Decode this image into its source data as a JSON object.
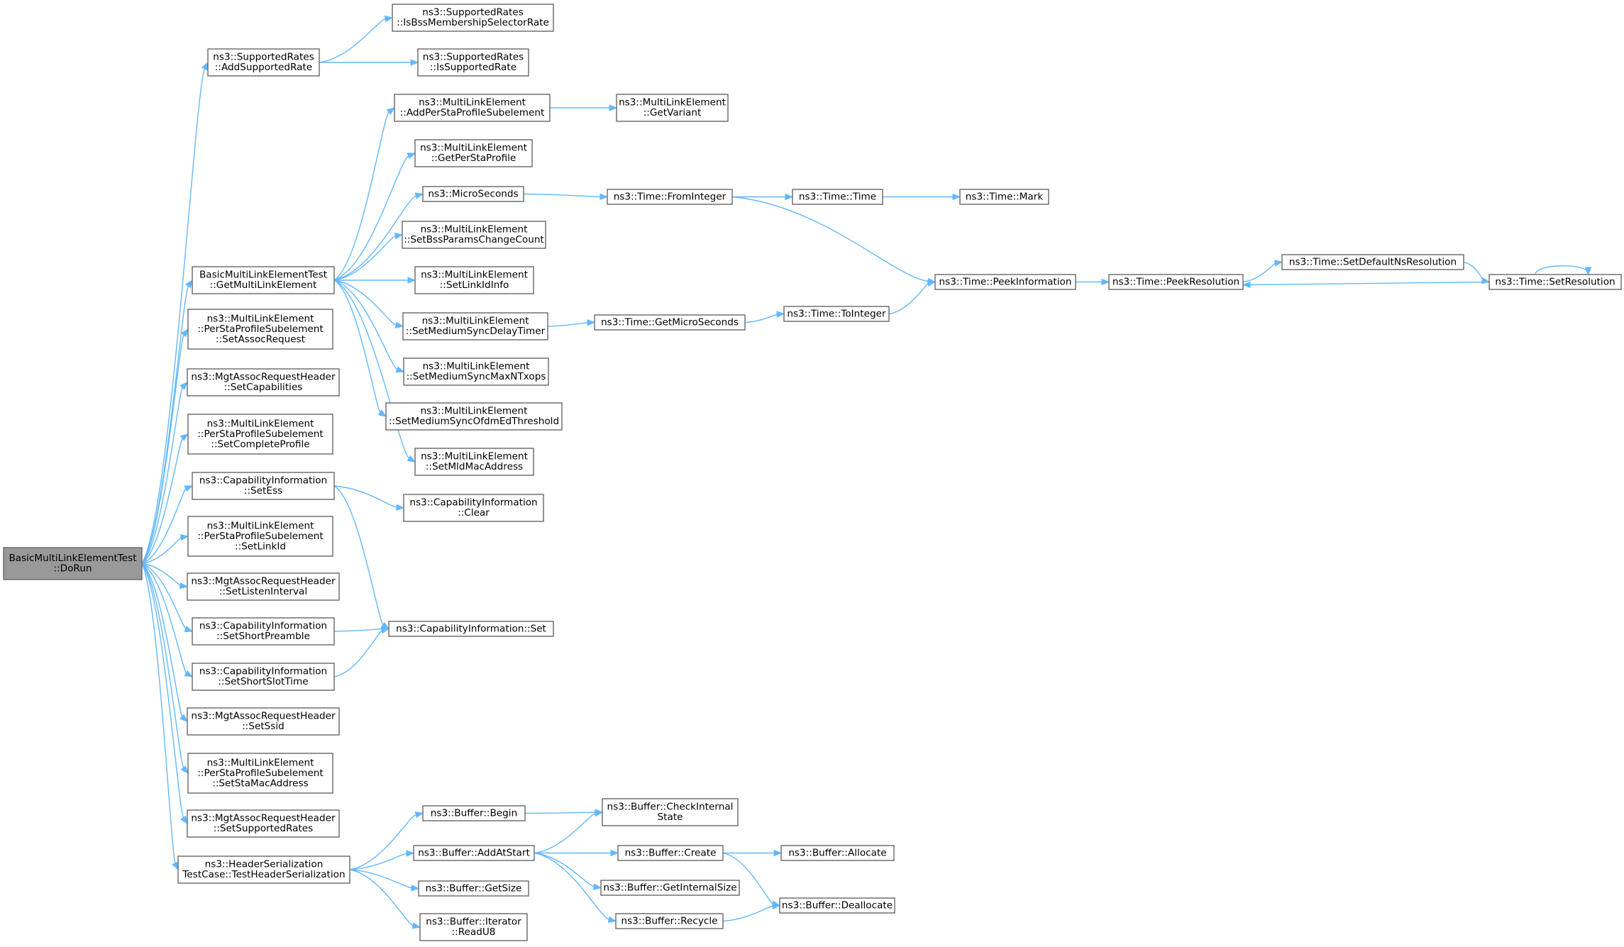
{
  "colors": {
    "edge": "#63b8ff",
    "node_border": "#666666",
    "node_fill": "#ffffff",
    "root_fill": "#999999"
  },
  "nodes": [
    {
      "id": "dorun",
      "lines": [
        "BasicMultiLinkElementTest",
        "::DoRun"
      ],
      "root": true
    },
    {
      "id": "addsupportedrate",
      "lines": [
        "ns3::SupportedRates",
        "::AddSupportedRate"
      ]
    },
    {
      "id": "isbssmembership",
      "lines": [
        "ns3::SupportedRates",
        "::IsBssMembershipSelectorRate"
      ]
    },
    {
      "id": "issupportedrate",
      "lines": [
        "ns3::SupportedRates",
        "::IsSupportedRate"
      ]
    },
    {
      "id": "getmultilink",
      "lines": [
        "BasicMultiLinkElementTest",
        "::GetMultiLinkElement"
      ]
    },
    {
      "id": "addpersta",
      "lines": [
        "ns3::MultiLinkElement",
        "::AddPerStaProfileSubelement"
      ]
    },
    {
      "id": "getvariant",
      "lines": [
        "ns3::MultiLinkElement",
        "::GetVariant"
      ]
    },
    {
      "id": "getperstaprofile",
      "lines": [
        "ns3::MultiLinkElement",
        "::GetPerStaProfile"
      ]
    },
    {
      "id": "microseconds",
      "lines": [
        "ns3::MicroSeconds"
      ]
    },
    {
      "id": "frominteger",
      "lines": [
        "ns3::Time::FromInteger"
      ]
    },
    {
      "id": "timetime",
      "lines": [
        "ns3::Time::Time"
      ]
    },
    {
      "id": "timemark",
      "lines": [
        "ns3::Time::Mark"
      ]
    },
    {
      "id": "setbssparams",
      "lines": [
        "ns3::MultiLinkElement",
        "::SetBssParamsChangeCount"
      ]
    },
    {
      "id": "setlinkidinfo",
      "lines": [
        "ns3::MultiLinkElement",
        "::SetLinkIdInfo"
      ]
    },
    {
      "id": "setmediumsyncdelay",
      "lines": [
        "ns3::MultiLinkElement",
        "::SetMediumSyncDelayTimer"
      ]
    },
    {
      "id": "getmicroseconds",
      "lines": [
        "ns3::Time::GetMicroSeconds"
      ]
    },
    {
      "id": "tointeger",
      "lines": [
        "ns3::Time::ToInteger"
      ]
    },
    {
      "id": "peekinformation",
      "lines": [
        "ns3::Time::PeekInformation"
      ]
    },
    {
      "id": "peekresolution",
      "lines": [
        "ns3::Time::PeekResolution"
      ]
    },
    {
      "id": "setdefaultns",
      "lines": [
        "ns3::Time::SetDefaultNsResolution"
      ]
    },
    {
      "id": "setresolution",
      "lines": [
        "ns3::Time::SetResolution"
      ]
    },
    {
      "id": "setmediumsyncmax",
      "lines": [
        "ns3::MultiLinkElement",
        "::SetMediumSyncMaxNTxops"
      ]
    },
    {
      "id": "setmediumsyncofdm",
      "lines": [
        "ns3::MultiLinkElement",
        "::SetMediumSyncOfdmEdThreshold"
      ]
    },
    {
      "id": "setmldmac",
      "lines": [
        "ns3::MultiLinkElement",
        "::SetMldMacAddress"
      ]
    },
    {
      "id": "setassocrequest",
      "lines": [
        "ns3::MultiLinkElement",
        "::PerStaProfileSubelement",
        "::SetAssocRequest"
      ]
    },
    {
      "id": "setcapabilities",
      "lines": [
        "ns3::MgtAssocRequestHeader",
        "::SetCapabilities"
      ]
    },
    {
      "id": "setcompleteprofile",
      "lines": [
        "ns3::MultiLinkElement",
        "::PerStaProfileSubelement",
        "::SetCompleteProfile"
      ]
    },
    {
      "id": "setess",
      "lines": [
        "ns3::CapabilityInformation",
        "::SetEss"
      ]
    },
    {
      "id": "capclear",
      "lines": [
        "ns3::CapabilityInformation",
        "::Clear"
      ]
    },
    {
      "id": "setlinkid",
      "lines": [
        "ns3::MultiLinkElement",
        "::PerStaProfileSubelement",
        "::SetLinkId"
      ]
    },
    {
      "id": "setlisteninterval",
      "lines": [
        "ns3::MgtAssocRequestHeader",
        "::SetListenInterval"
      ]
    },
    {
      "id": "setshortpreamble",
      "lines": [
        "ns3::CapabilityInformation",
        "::SetShortPreamble"
      ]
    },
    {
      "id": "capset",
      "lines": [
        "ns3::CapabilityInformation::Set"
      ]
    },
    {
      "id": "setshortslottime",
      "lines": [
        "ns3::CapabilityInformation",
        "::SetShortSlotTime"
      ]
    },
    {
      "id": "setssid",
      "lines": [
        "ns3::MgtAssocRequestHeader",
        "::SetSsid"
      ]
    },
    {
      "id": "setstamac",
      "lines": [
        "ns3::MultiLinkElement",
        "::PerStaProfileSubelement",
        "::SetStaMacAddress"
      ]
    },
    {
      "id": "setsupportedrates",
      "lines": [
        "ns3::MgtAssocRequestHeader",
        "::SetSupportedRates"
      ]
    },
    {
      "id": "testheader",
      "lines": [
        "ns3::HeaderSerialization",
        "TestCase::TestHeaderSerialization"
      ]
    },
    {
      "id": "bufbegin",
      "lines": [
        "ns3::Buffer::Begin"
      ]
    },
    {
      "id": "bufcheck",
      "lines": [
        "ns3::Buffer::CheckInternal",
        "State"
      ]
    },
    {
      "id": "bufaddatstart",
      "lines": [
        "ns3::Buffer::AddAtStart"
      ]
    },
    {
      "id": "bufcreate",
      "lines": [
        "ns3::Buffer::Create"
      ]
    },
    {
      "id": "bufallocate",
      "lines": [
        "ns3::Buffer::Allocate"
      ]
    },
    {
      "id": "bufgetinternal",
      "lines": [
        "ns3::Buffer::GetInternalSize"
      ]
    },
    {
      "id": "bufgetsize",
      "lines": [
        "ns3::Buffer::GetSize"
      ]
    },
    {
      "id": "bufrecycle",
      "lines": [
        "ns3::Buffer::Recycle"
      ]
    },
    {
      "id": "bufdeallocate",
      "lines": [
        "ns3::Buffer::Deallocate"
      ]
    },
    {
      "id": "bufreadu8",
      "lines": [
        "ns3::Buffer::Iterator",
        "::ReadU8"
      ]
    }
  ],
  "edges": [
    [
      "dorun",
      "addsupportedrate"
    ],
    [
      "dorun",
      "getmultilink"
    ],
    [
      "dorun",
      "setassocrequest"
    ],
    [
      "dorun",
      "setcapabilities"
    ],
    [
      "dorun",
      "setcompleteprofile"
    ],
    [
      "dorun",
      "setess"
    ],
    [
      "dorun",
      "setlinkid"
    ],
    [
      "dorun",
      "setlisteninterval"
    ],
    [
      "dorun",
      "setshortpreamble"
    ],
    [
      "dorun",
      "setshortslottime"
    ],
    [
      "dorun",
      "setssid"
    ],
    [
      "dorun",
      "setstamac"
    ],
    [
      "dorun",
      "setsupportedrates"
    ],
    [
      "dorun",
      "testheader"
    ],
    [
      "addsupportedrate",
      "isbssmembership"
    ],
    [
      "addsupportedrate",
      "issupportedrate"
    ],
    [
      "getmultilink",
      "addpersta"
    ],
    [
      "getmultilink",
      "getperstaprofile"
    ],
    [
      "getmultilink",
      "microseconds"
    ],
    [
      "getmultilink",
      "setbssparams"
    ],
    [
      "getmultilink",
      "setlinkidinfo"
    ],
    [
      "getmultilink",
      "setmediumsyncdelay"
    ],
    [
      "getmultilink",
      "setmediumsyncmax"
    ],
    [
      "getmultilink",
      "setmediumsyncofdm"
    ],
    [
      "getmultilink",
      "setmldmac"
    ],
    [
      "addpersta",
      "getvariant"
    ],
    [
      "microseconds",
      "frominteger"
    ],
    [
      "frominteger",
      "timetime"
    ],
    [
      "frominteger",
      "peekinformation"
    ],
    [
      "timetime",
      "timemark"
    ],
    [
      "setmediumsyncdelay",
      "getmicroseconds"
    ],
    [
      "getmicroseconds",
      "tointeger"
    ],
    [
      "tointeger",
      "peekinformation"
    ],
    [
      "peekinformation",
      "peekresolution"
    ],
    [
      "peekresolution",
      "setdefaultns"
    ],
    [
      "setdefaultns",
      "setresolution"
    ],
    [
      "setresolution",
      "peekresolution"
    ],
    [
      "setresolution",
      "setresolution"
    ],
    [
      "setess",
      "capclear"
    ],
    [
      "setess",
      "capset"
    ],
    [
      "setshortpreamble",
      "capset"
    ],
    [
      "setshortslottime",
      "capset"
    ],
    [
      "testheader",
      "bufbegin"
    ],
    [
      "testheader",
      "bufaddatstart"
    ],
    [
      "testheader",
      "bufgetsize"
    ],
    [
      "testheader",
      "bufreadu8"
    ],
    [
      "bufbegin",
      "bufcheck"
    ],
    [
      "bufaddatstart",
      "bufcheck"
    ],
    [
      "bufaddatstart",
      "bufcreate"
    ],
    [
      "bufaddatstart",
      "bufgetinternal"
    ],
    [
      "bufaddatstart",
      "bufrecycle"
    ],
    [
      "bufcreate",
      "bufallocate"
    ],
    [
      "bufcreate",
      "bufdeallocate"
    ],
    [
      "bufrecycle",
      "bufdeallocate"
    ]
  ]
}
